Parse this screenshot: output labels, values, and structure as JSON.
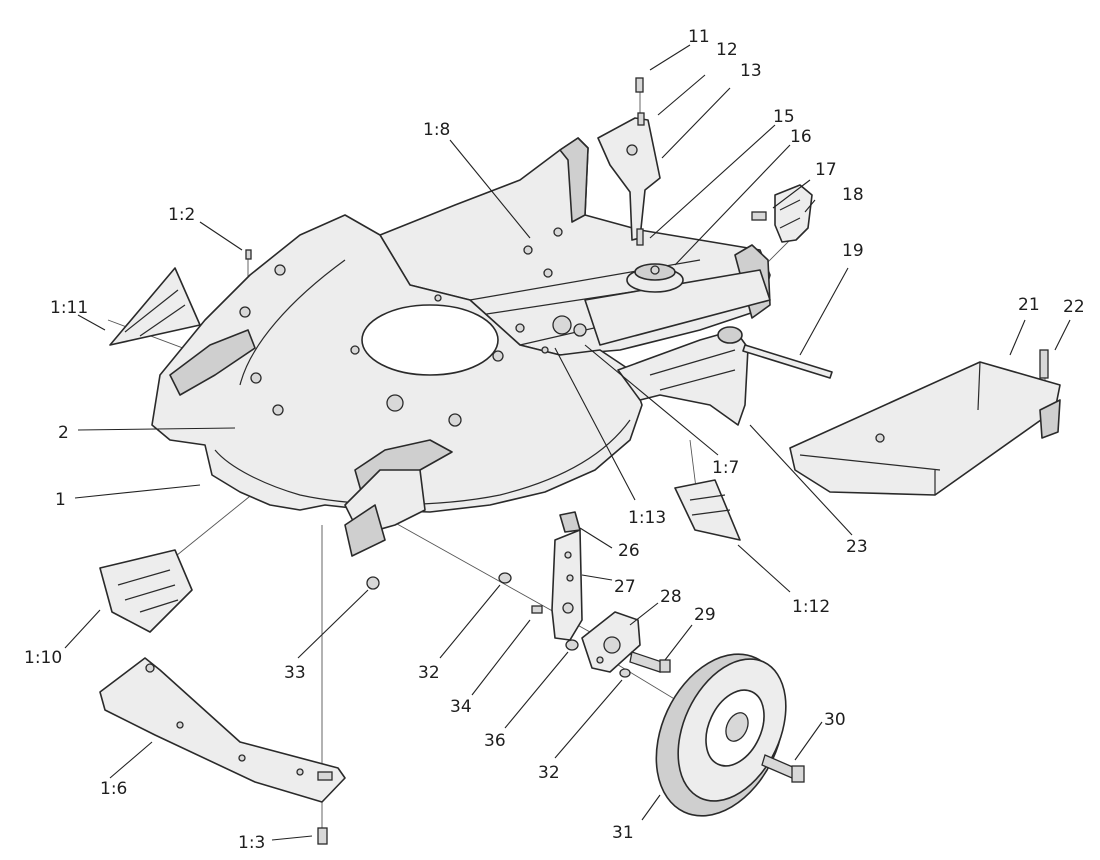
{
  "callouts": {
    "c11": "11",
    "c12": "12",
    "c13": "13",
    "c15": "15",
    "c16": "16",
    "c17": "17",
    "c18": "18",
    "c19": "19",
    "c21": "21",
    "c22": "22",
    "c1_8": "1:8",
    "c1_2": "1:2",
    "c1_11": "1:11",
    "c2": "2",
    "c1": "1",
    "c1_7": "1:7",
    "c1_13": "1:13",
    "c23": "23",
    "c1_12": "1:12",
    "c26": "26",
    "c27": "27",
    "c28": "28",
    "c29": "29",
    "c30": "30",
    "c31": "31",
    "c32a": "32",
    "c32b": "32",
    "c33": "33",
    "c34": "34",
    "c36": "36",
    "c1_10": "1:10",
    "c1_6": "1:6",
    "c1_3": "1:3"
  }
}
